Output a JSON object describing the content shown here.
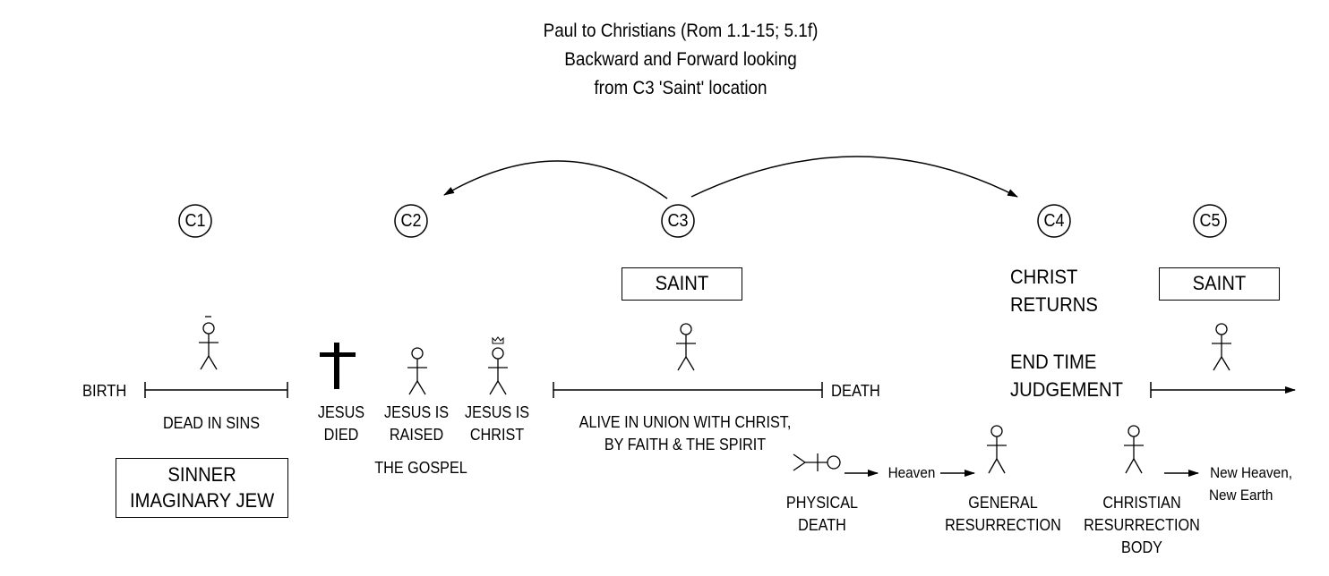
{
  "title": {
    "line1": "Paul to Christians (Rom 1.1-15; 5.1f)",
    "line2": "Backward and Forward looking",
    "line3": "from C3 'Saint' location"
  },
  "stages": [
    "C1",
    "C2",
    "C3",
    "C4",
    "C5"
  ],
  "timeline": {
    "birth": "BIRTH",
    "death": "DEATH",
    "dead_in_sins": "DEAD IN SINS",
    "alive_line1": "ALIVE IN UNION WITH CHRIST,",
    "alive_line2": "BY FAITH & THE SPIRIT"
  },
  "boxes": {
    "sinner_line1": "SINNER",
    "sinner_line2": "IMAGINARY JEW",
    "saint_c3": "SAINT",
    "saint_c5": "SAINT"
  },
  "gospel": {
    "died_line1": "JESUS",
    "died_line2": "DIED",
    "raised_line1": "JESUS IS",
    "raised_line2": "RAISED",
    "christ_line1": "JESUS IS",
    "christ_line2": "CHRIST",
    "caption": "THE GOSPEL"
  },
  "c4": {
    "returns_line1": "CHRIST",
    "returns_line2": "RETURNS",
    "judgement_line1": "END TIME",
    "judgement_line2": "JUDGEMENT"
  },
  "after_death": {
    "physical_line1": "PHYSICAL",
    "physical_line2": "DEATH",
    "heaven": "Heaven",
    "general_line1": "GENERAL",
    "general_line2": "RESURRECTION",
    "christian_line1": "CHRISTIAN",
    "christian_line2": "RESURRECTION",
    "christian_line3": "BODY",
    "new_line1": "New Heaven,",
    "new_line2": "New Earth"
  }
}
